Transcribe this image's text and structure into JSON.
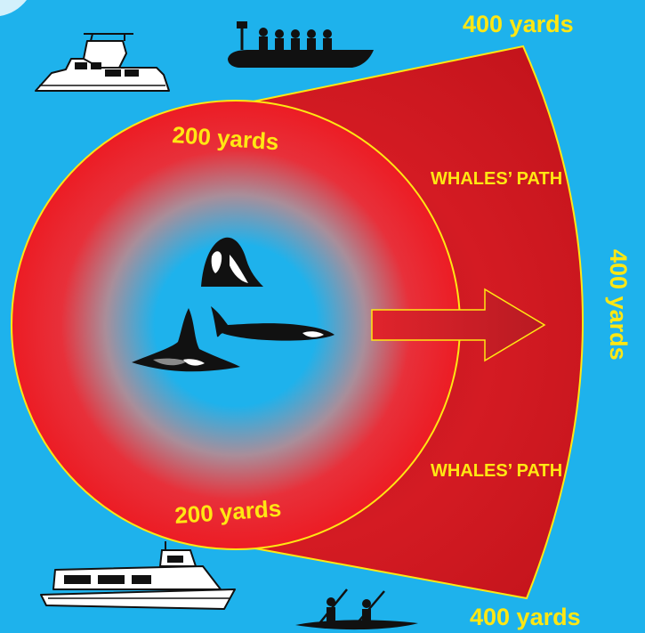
{
  "labels": {
    "top_right": "400 yards",
    "bottom_right": "400 yards",
    "right_side": "400 yards",
    "circle_top": "200 yards",
    "circle_bottom": "200 yards",
    "path_upper": "WHALES’ PATH",
    "path_lower": "WHALES’ PATH"
  },
  "colors": {
    "water": "#1eb2ec",
    "zone_red": "#ec1c24",
    "zone_dark_red": "#b3161f",
    "outline": "#ffe713",
    "label": "#ffe713"
  },
  "icons": [
    "yacht-icon",
    "tour-raft-icon",
    "ferry-icon",
    "kayak-icon",
    "orca-icon",
    "direction-arrow-icon"
  ]
}
